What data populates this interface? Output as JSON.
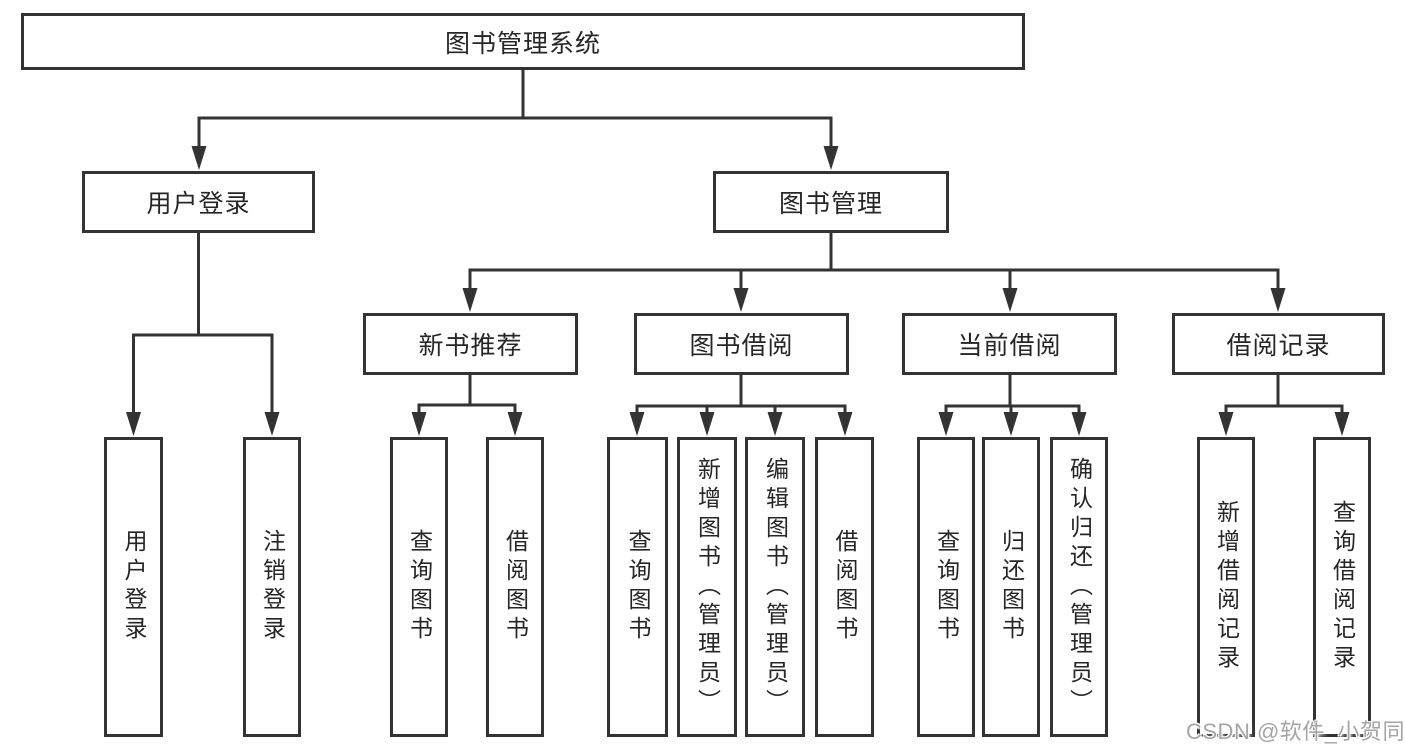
{
  "tree": {
    "root": {
      "label": "图书管理系统"
    },
    "branches": [
      {
        "label": "用户登录",
        "leaves": [
          {
            "label": "用户登录"
          },
          {
            "label": "注销登录"
          }
        ]
      },
      {
        "label": "图书管理",
        "groups": [
          {
            "label": "新书推荐",
            "leaves": [
              {
                "label": "查询图书"
              },
              {
                "label": "借阅图书"
              }
            ]
          },
          {
            "label": "图书借阅",
            "leaves": [
              {
                "label": "查询图书"
              },
              {
                "label": "新增图书（管理员）"
              },
              {
                "label": "编辑图书（管理员）"
              },
              {
                "label": "借阅图书"
              }
            ]
          },
          {
            "label": "当前借阅",
            "leaves": [
              {
                "label": "查询图书"
              },
              {
                "label": "归还图书"
              },
              {
                "label": "确认归还（管理员）"
              }
            ]
          },
          {
            "label": "借阅记录",
            "leaves": [
              {
                "label": "新增借阅记录"
              },
              {
                "label": "查询借阅记录"
              }
            ]
          }
        ]
      }
    ]
  },
  "watermark": {
    "text": "CSDN @软件_小贺同学"
  },
  "colors": {
    "line": "#333333",
    "text": "#262626",
    "background": "#ffffff",
    "watermark": "#a5a5a5"
  }
}
